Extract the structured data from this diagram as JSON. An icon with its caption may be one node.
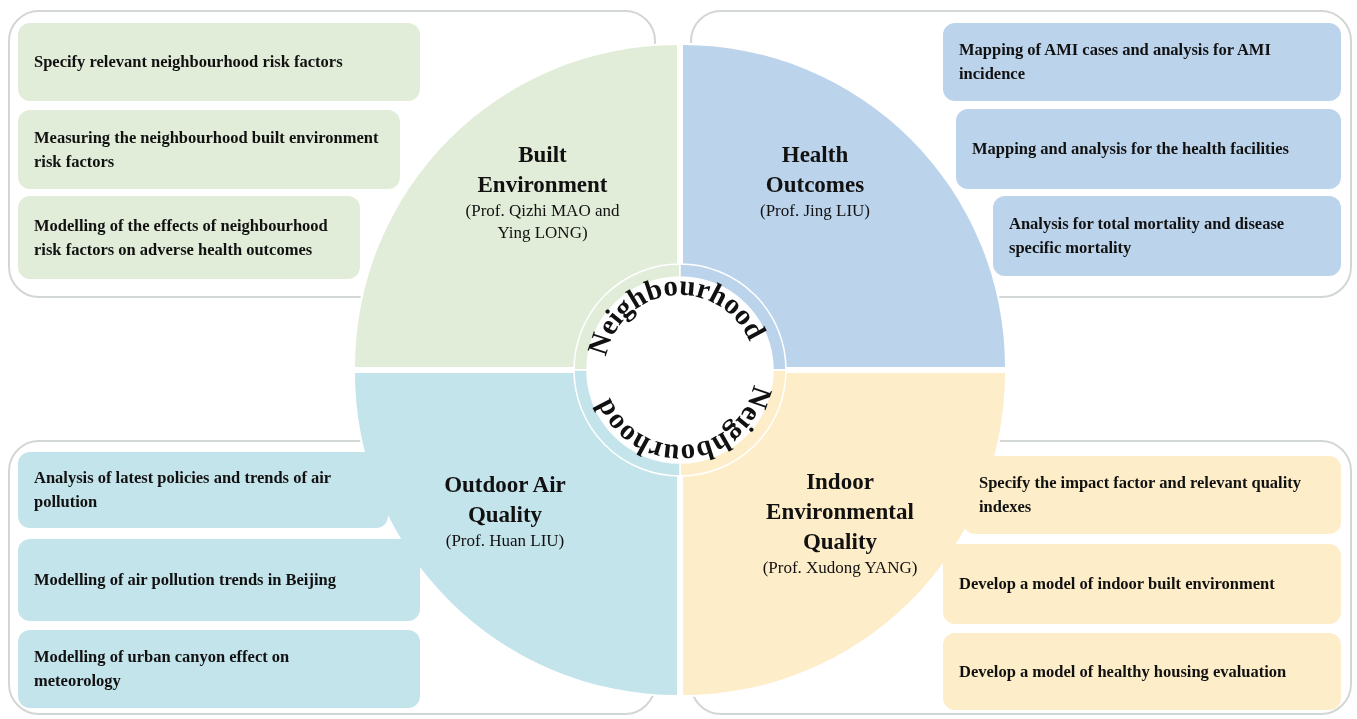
{
  "diagram": {
    "nodes": [
      {
        "text": [],
        "shape": "box"
      },
      {
        "text": [
          "Specify relevant neighbourhood risk factors"
        ],
        "in": 0
      },
      {
        "text": [
          "Measuring the neighbourhood built environment risk factors"
        ],
        "in": 0
      },
      {
        "text": [
          "Modelling of the effects of neighbourhood risk factors on adverse health outcomes"
        ],
        "in": 0
      },
      {
        "text": [
          "Built Environment",
          "(Prof. Qizhi MAO and Ying LONG)"
        ]
      },
      {
        "text": [],
        "shape": "box"
      },
      {
        "text": [
          "Mapping of AMI cases and analysis for AMI incidence"
        ],
        "in": 5
      },
      {
        "text": [
          "Mapping and analysis for the health facilities"
        ],
        "in": 5
      },
      {
        "text": [
          "Analysis for total mortality and disease specific mortality"
        ],
        "in": 5
      },
      {
        "text": [
          "Health Outcomes",
          "(Prof. Jing LIU)"
        ]
      },
      {
        "text": [
          "Neighbourhood",
          "Neighbourhood"
        ]
      },
      {
        "text": [],
        "shape": "box"
      },
      {
        "text": [
          "Analysis of latest policies and trends of air pollution"
        ],
        "in": 11
      },
      {
        "text": [
          "Modelling of air pollution trends in Beijing"
        ],
        "in": 11
      },
      {
        "text": [
          "Modelling of urban canyon effect on meteorology"
        ],
        "in": 11
      },
      {
        "text": [
          "Outdoor Air Quality",
          "(Prof. Huan LIU)"
        ]
      },
      {
        "text": [],
        "shape": "box"
      },
      {
        "text": [
          "Specify the impact factor and relevant quality indexes"
        ],
        "in": 16
      },
      {
        "text": [
          "Develop a model of indoor built environment"
        ],
        "in": 16
      },
      {
        "text": [
          "Develop a model of healthy housing evaluation"
        ],
        "in": 16
      },
      {
        "text": [
          "Indoor Environmental Quality",
          "(Prof. Xudong YANG)"
        ]
      }
    ]
  }
}
